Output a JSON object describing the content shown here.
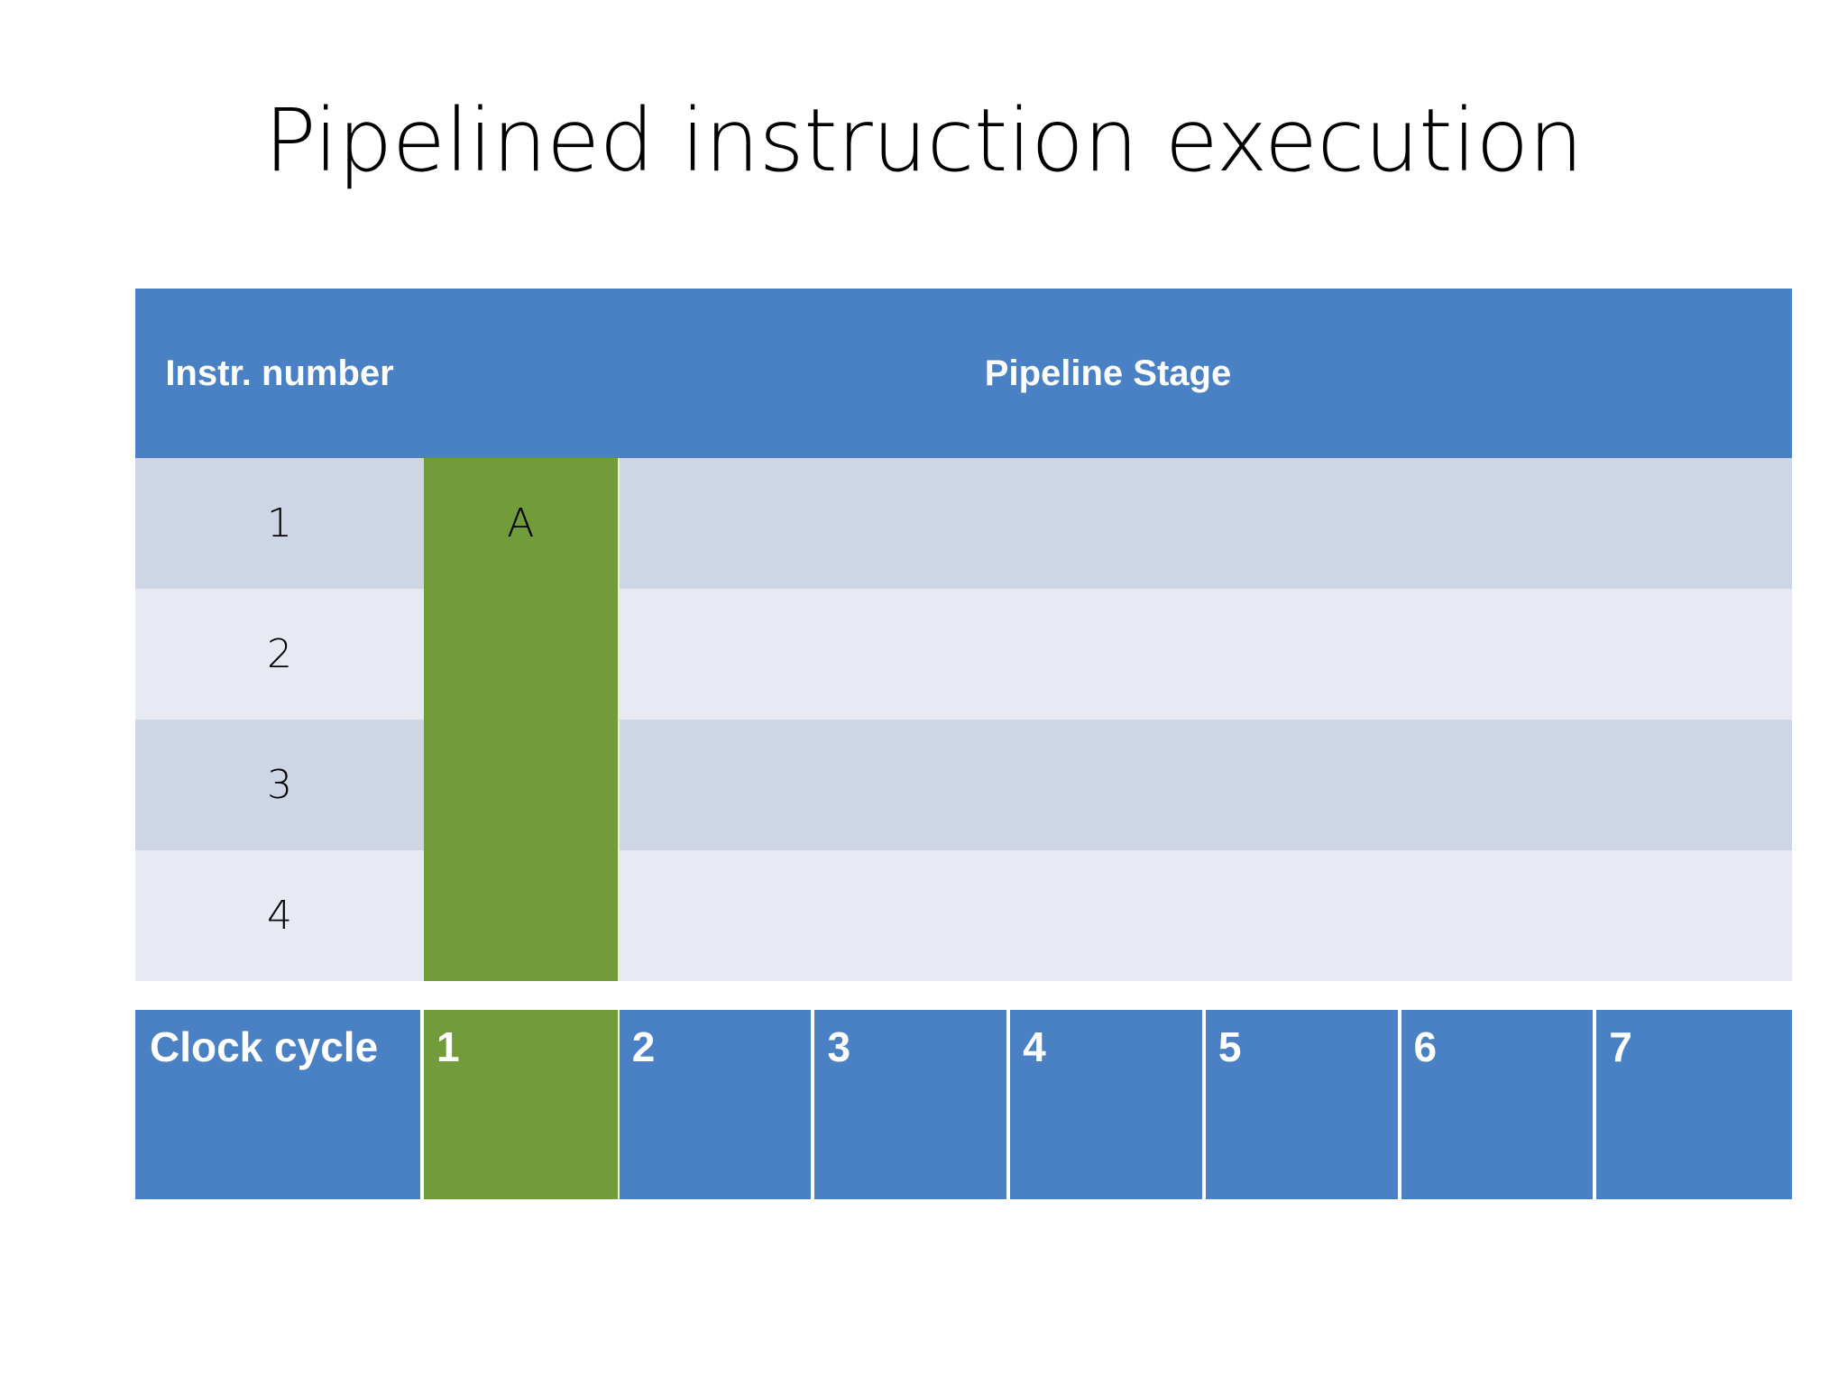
{
  "slide": {
    "title": "Pipelined instruction execution"
  },
  "table": {
    "headers": {
      "instr_number": "Instr. number",
      "pipeline_stage": "Pipeline Stage"
    },
    "stage_count": 7,
    "rows": [
      {
        "instr": "1",
        "cells": [
          "A",
          "",
          "",
          "",
          "",
          "",
          ""
        ]
      },
      {
        "instr": "2",
        "cells": [
          "",
          "",
          "",
          "",
          "",
          "",
          ""
        ]
      },
      {
        "instr": "3",
        "cells": [
          "",
          "",
          "",
          "",
          "",
          "",
          ""
        ]
      },
      {
        "instr": "4",
        "cells": [
          "",
          "",
          "",
          "",
          "",
          "",
          ""
        ]
      }
    ],
    "active_stage_index": 0
  },
  "clock": {
    "label": "Clock cycle",
    "cycles": [
      "1",
      "2",
      "3",
      "4",
      "5",
      "6",
      "7"
    ],
    "active_cycle_index": 0
  },
  "colors": {
    "header_blue": "#4a80c4",
    "active_green": "#729b3a",
    "row_odd": "#ced5e5",
    "row_even": "#e8eaf3",
    "background": "#ffffff",
    "title_text": "#000000",
    "header_text": "#ffffff"
  }
}
